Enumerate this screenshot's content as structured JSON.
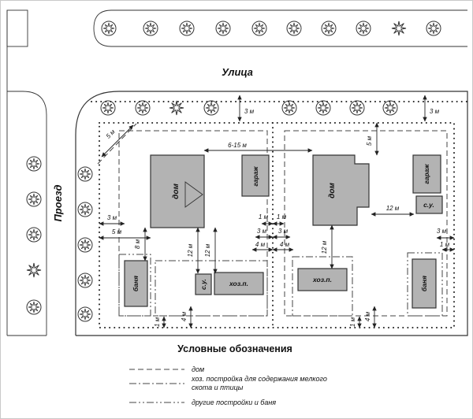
{
  "drawing": {
    "street_label": "Улица",
    "passage_label": "Проезд"
  },
  "buildings": {
    "house": "дом",
    "garage": "гараж",
    "banya": "баня",
    "su": "с.у.",
    "hozp": "хоз.п."
  },
  "dims": {
    "m1": "1 м",
    "m3": "3 м",
    "m4": "4 м",
    "m5": "5 м",
    "m8": "8 м",
    "m12": "12 м",
    "m6_15": "6-15 м"
  },
  "legend": {
    "title": "Условные обозначения",
    "items": [
      {
        "label": "дом"
      },
      {
        "label": "хоз. постройка для содержания мелкого",
        "label2": "скота и птицы"
      },
      {
        "label": "другие постройки и баня"
      }
    ]
  },
  "icons": {
    "tree": "deciduous-tree-symbol",
    "pine": "coniferous-tree-symbol"
  },
  "colors": {
    "line": "#333333",
    "building_fill": "#b3b3b3"
  }
}
